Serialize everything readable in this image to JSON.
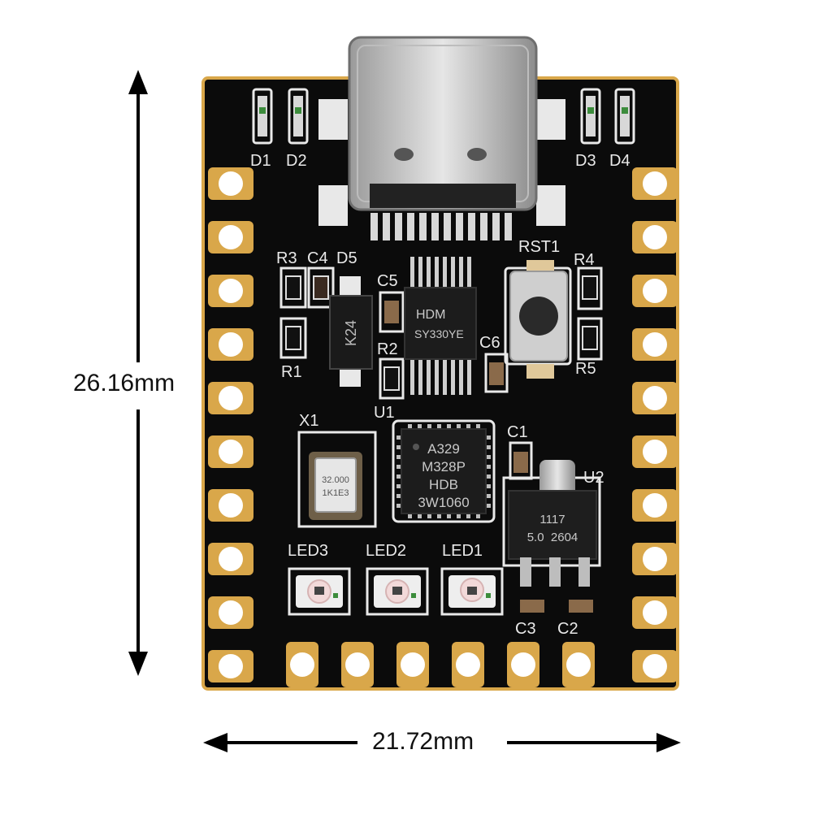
{
  "dimensions": {
    "height_label": "26.16mm",
    "width_label": "21.72mm"
  },
  "silkscreen": {
    "d1": "D1",
    "d2": "D2",
    "d3": "D3",
    "d4": "D4",
    "r3": "R3",
    "c4": "C4",
    "d5": "D5",
    "c5": "C5",
    "r1": "R1",
    "r2": "R2",
    "u1": "U1",
    "rst1": "RST1",
    "r4": "R4",
    "r5": "R5",
    "c6": "C6",
    "x1": "X1",
    "c1": "C1",
    "u2": "U2",
    "led3": "LED3",
    "led2": "LED2",
    "led1": "LED1",
    "c3": "C3",
    "c2": "C2"
  },
  "chips": {
    "usb_ic": [
      "HDM",
      "SY330YE"
    ],
    "mcu": [
      "A329",
      "M328P",
      "HDB",
      "3W1060"
    ],
    "regulator": [
      "1117",
      "5.0  2604"
    ],
    "diode": "K24",
    "crystal": [
      "32.000",
      "1K1E3"
    ]
  },
  "colors": {
    "board": "#0b0b0b",
    "gold": "#d9a74a",
    "silk": "#e9e9e9"
  }
}
